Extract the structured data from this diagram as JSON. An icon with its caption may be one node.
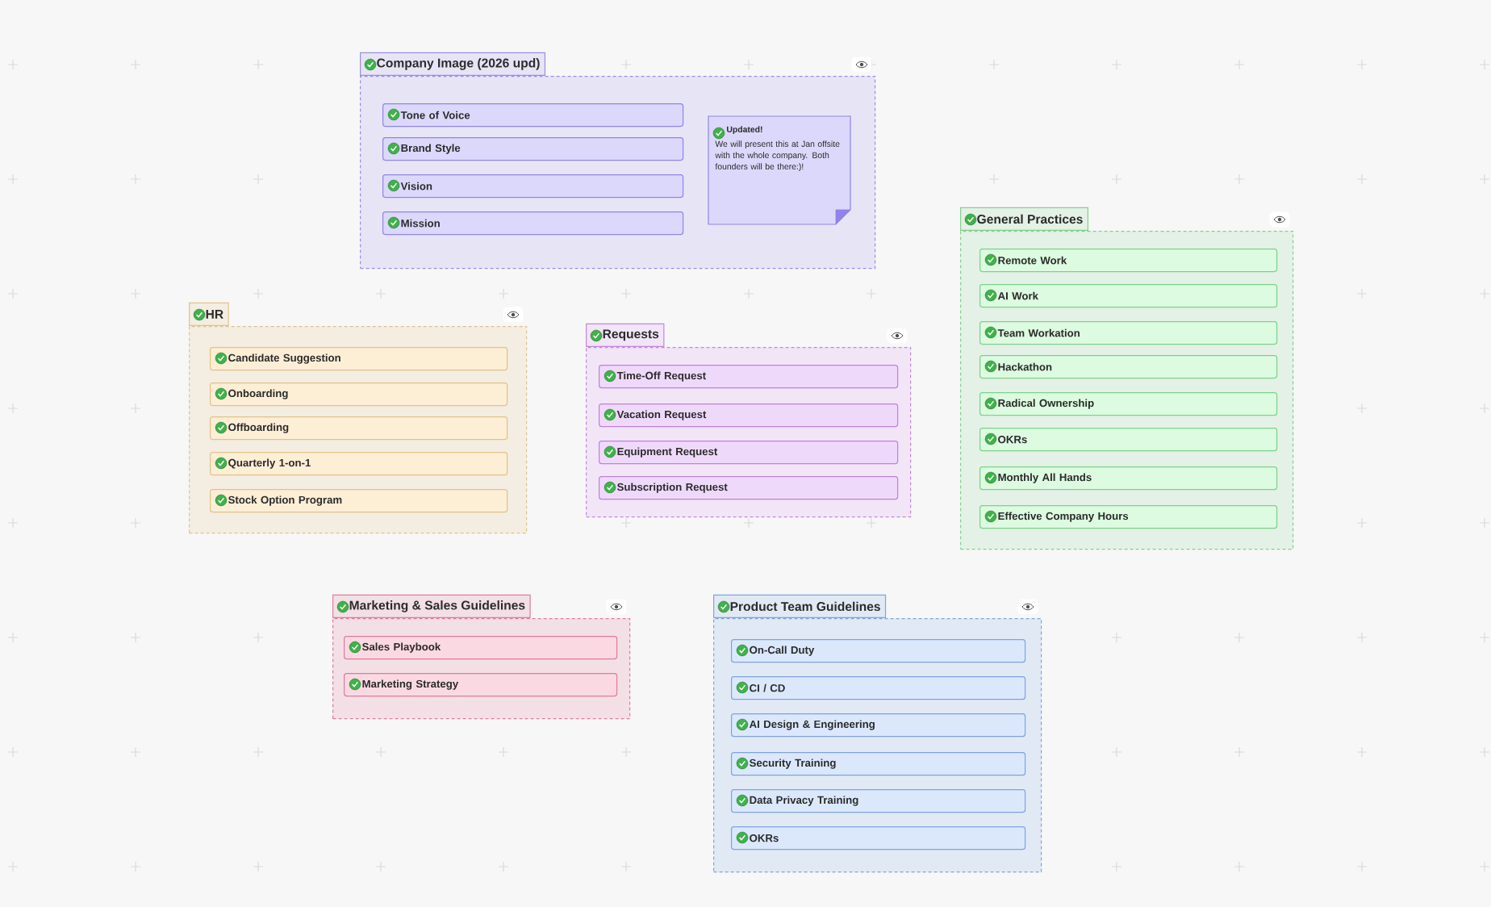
{
  "diagram": {
    "nodes": [
      {
        "text": [
          "Company Image (2026 upd)"
        ]
      },
      {
        "text": [
          "Tone of Voice"
        ],
        "in": 0
      },
      {
        "text": [
          "Brand Style"
        ],
        "in": 0
      },
      {
        "text": [
          "Vision"
        ],
        "in": 0
      },
      {
        "text": [
          "Mission"
        ],
        "in": 0
      },
      {
        "text": [
          "Updated!",
          "We will present this at Jan offsite with the whole company. Both founders will be there:)!"
        ],
        "in": 0
      },
      {
        "text": [
          "General Practices"
        ]
      },
      {
        "text": [
          "Remote Work"
        ],
        "in": 6
      },
      {
        "text": [
          "AI Work"
        ],
        "in": 6
      },
      {
        "text": [
          "Team Workation"
        ],
        "in": 6
      },
      {
        "text": [
          "Hackathon"
        ],
        "in": 6
      },
      {
        "text": [
          "Radical Ownership"
        ],
        "in": 6
      },
      {
        "text": [
          "OKRs"
        ],
        "in": 6
      },
      {
        "text": [
          "Monthly All Hands"
        ],
        "in": 6
      },
      {
        "text": [
          "Effective Company Hours"
        ],
        "in": 6
      },
      {
        "text": [
          "HR"
        ]
      },
      {
        "text": [
          "Candidate Suggestion"
        ],
        "in": 15
      },
      {
        "text": [
          "Onboarding"
        ],
        "in": 15
      },
      {
        "text": [
          "Offboarding"
        ],
        "in": 15
      },
      {
        "text": [
          "Quarterly 1-on-1"
        ],
        "in": 15
      },
      {
        "text": [
          "Stock Option Program"
        ],
        "in": 15
      },
      {
        "text": [
          "Requests"
        ]
      },
      {
        "text": [
          "Time-Off Request"
        ],
        "in": 21
      },
      {
        "text": [
          "Vacation Request"
        ],
        "in": 21
      },
      {
        "text": [
          "Equipment Request"
        ],
        "in": 21
      },
      {
        "text": [
          "Subscription Request"
        ],
        "in": 21
      },
      {
        "text": [
          "Marketing & Sales Guidelines"
        ]
      },
      {
        "text": [
          "Sales Playbook"
        ],
        "in": 26
      },
      {
        "text": [
          "Marketing Strategy"
        ],
        "in": 26
      },
      {
        "text": [
          "Product Team Guidelines"
        ]
      },
      {
        "text": [
          "On-Call Duty"
        ],
        "in": 29
      },
      {
        "text": [
          "CI / CD"
        ],
        "in": 29
      },
      {
        "text": [
          "AI Design & Engineering"
        ],
        "in": 29
      },
      {
        "text": [
          "Security Training"
        ],
        "in": 29
      },
      {
        "text": [
          "Data Privacy Training"
        ],
        "in": 29
      },
      {
        "text": [
          "OKRs"
        ],
        "in": 29
      }
    ]
  }
}
